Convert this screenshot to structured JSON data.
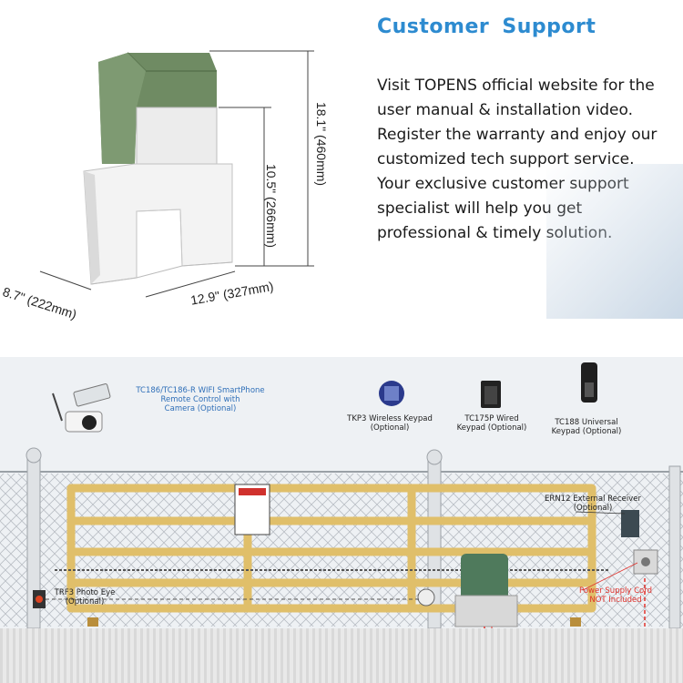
{
  "customer_support": {
    "title": "Customer  Support",
    "lines": [
      "Visit TOPENS official website for the",
      "user manual & installation video.",
      "Register the warranty and enjoy our",
      "customized tech support service.",
      "Your exclusive customer support",
      "specialist will help you get",
      "professional & timely solution."
    ]
  },
  "dimensions": {
    "total_height": "18.1\" (460mm)",
    "leg_height": "10.5\" (266mm)",
    "depth": "8.7\" (222mm)",
    "width": "12.9\" (327mm)"
  },
  "accessories": {
    "smartphone": [
      "TC186/TC186-R WIFI SmartPhone",
      "Remote Control with",
      "Camera (Optional)"
    ],
    "tkp3": [
      "TKP3 Wireless Keypad",
      "(Optional)"
    ],
    "tc175p": [
      "TC175P Wired",
      "Keypad (Optional)"
    ],
    "tc188": [
      "TC188 Universal",
      "Keypad (Optional)"
    ],
    "ern12": [
      "ERN12 External Receiver",
      "(Optional)"
    ],
    "trf3": [
      "TRF3  Photo Eye",
      "(Optional)"
    ],
    "power": [
      "Power Supply Cord",
      "NOT Included"
    ]
  },
  "colors": {
    "title_blue": "#2d8bd0",
    "motor_green": "#6f8b63",
    "gate_yellow": "#e8c977",
    "label_blue": "#2f6fb8",
    "label_red": "#e0322d"
  }
}
